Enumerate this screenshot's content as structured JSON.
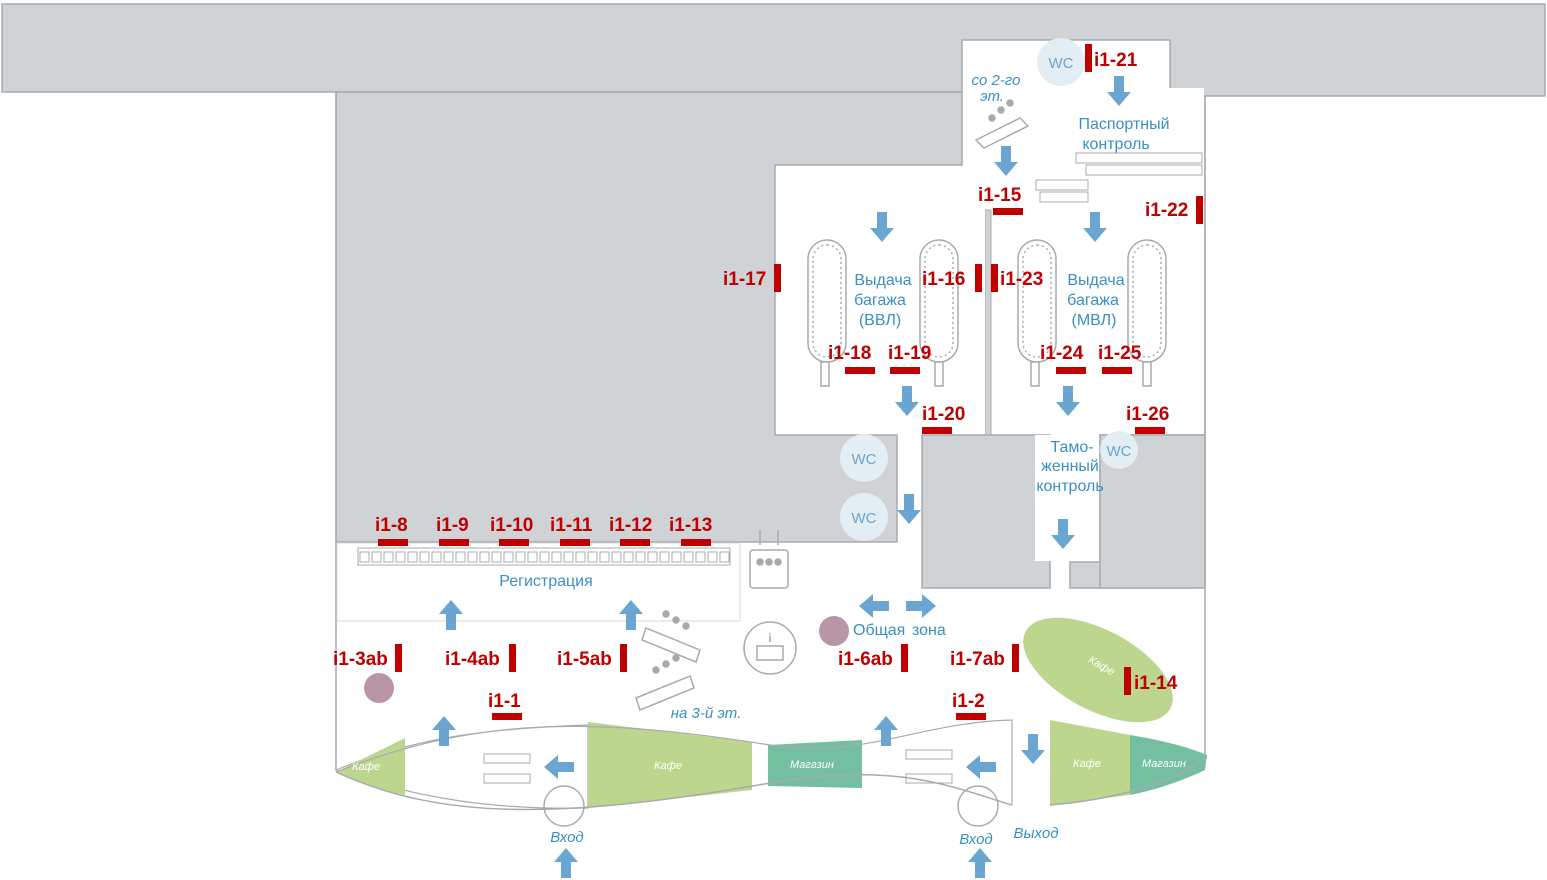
{
  "map": {
    "colors": {
      "wall": "#d0d3d6",
      "wall_stroke": "#a7abae",
      "floor": "#ffffff",
      "cafe": "#bcd68e",
      "shop": "#75bfa1",
      "arrow": "#6aa6d1",
      "marker": "#c00000",
      "label": "#3a8fc4",
      "wc": "#e2eef3",
      "poi_dot": "#b896a8"
    },
    "labels": {
      "registration": "Регистрация",
      "common_zone_1": "Общая",
      "common_zone_2": "зона",
      "passport_1": "Паспортный",
      "passport_2": "контроль",
      "baggage_dom_1": "Выдача",
      "baggage_dom_2": "багажа",
      "baggage_dom_3": "(ВВЛ)",
      "baggage_int_1": "Выдача",
      "baggage_int_2": "багажа",
      "baggage_int_3": "(МВЛ)",
      "customs_1": "Тамо-",
      "customs_2": "женный",
      "customs_3": "контроль",
      "from_second_1": "со 2-го",
      "from_second_2": "эт.",
      "to_third": "на 3-й эт.",
      "entrance_1": "Вход",
      "entrance_2": "Вход",
      "exit": "Выход",
      "wc": "WC"
    },
    "shops": {
      "cafe_left": "Кафе",
      "cafe_mid": "Кафе",
      "shop_mid": "Магазин",
      "cafe_right": "Кафе",
      "shop_right": "Магазин",
      "cafe_oval": "Кафе"
    },
    "markers": [
      {
        "code": "i1-1",
        "icon": "marker-horizontal"
      },
      {
        "code": "i1-2",
        "icon": "marker-horizontal"
      },
      {
        "code": "i1-3ab",
        "icon": "marker-vertical"
      },
      {
        "code": "i1-4ab",
        "icon": "marker-vertical"
      },
      {
        "code": "i1-5ab",
        "icon": "marker-vertical"
      },
      {
        "code": "i1-6ab",
        "icon": "marker-vertical"
      },
      {
        "code": "i1-7ab",
        "icon": "marker-vertical"
      },
      {
        "code": "i1-8",
        "icon": "marker-horizontal"
      },
      {
        "code": "i1-9",
        "icon": "marker-horizontal"
      },
      {
        "code": "i1-10",
        "icon": "marker-horizontal"
      },
      {
        "code": "i1-11",
        "icon": "marker-horizontal"
      },
      {
        "code": "i1-12",
        "icon": "marker-horizontal"
      },
      {
        "code": "i1-13",
        "icon": "marker-horizontal"
      },
      {
        "code": "i1-14",
        "icon": "marker-vertical"
      },
      {
        "code": "i1-15",
        "icon": "marker-horizontal"
      },
      {
        "code": "i1-16",
        "icon": "marker-vertical"
      },
      {
        "code": "i1-17",
        "icon": "marker-vertical"
      },
      {
        "code": "i1-18",
        "icon": "marker-horizontal"
      },
      {
        "code": "i1-19",
        "icon": "marker-horizontal"
      },
      {
        "code": "i1-20",
        "icon": "marker-horizontal"
      },
      {
        "code": "i1-21",
        "icon": "marker-vertical"
      },
      {
        "code": "i1-22",
        "icon": "marker-vertical"
      },
      {
        "code": "i1-23",
        "icon": "marker-vertical"
      },
      {
        "code": "i1-24",
        "icon": "marker-horizontal"
      },
      {
        "code": "i1-25",
        "icon": "marker-horizontal"
      },
      {
        "code": "i1-26",
        "icon": "marker-horizontal"
      }
    ]
  }
}
